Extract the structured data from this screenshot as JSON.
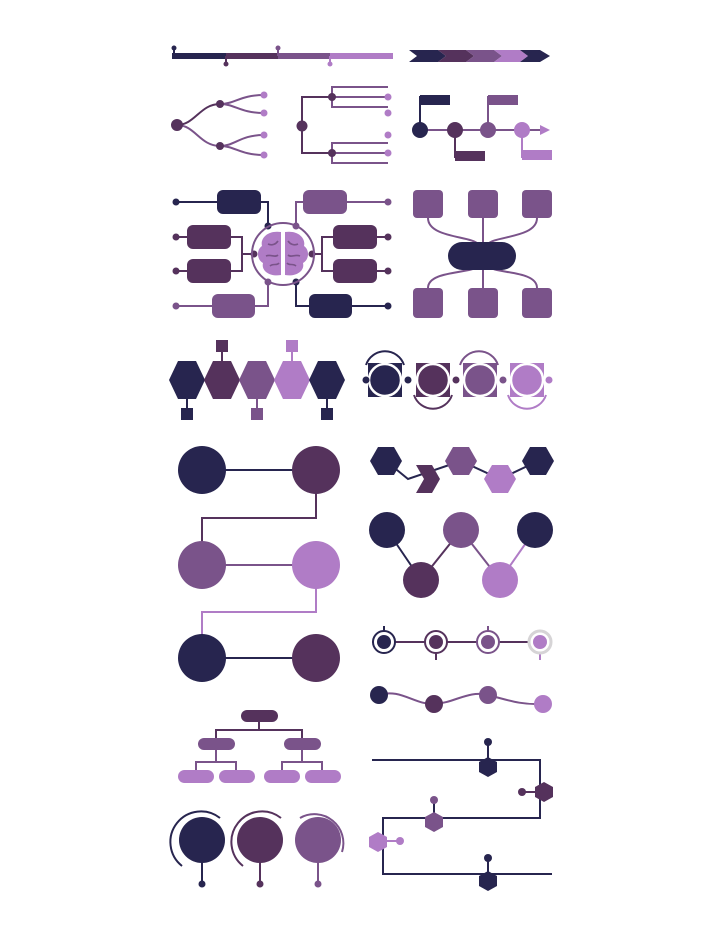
{
  "colors": {
    "navy": "#27254f",
    "plum": "#55325c",
    "violet": "#7a538a",
    "lilac": "#b07cc6",
    "ring": "#d6d4d6",
    "background": "#ffffff"
  },
  "icons": [
    "brain-icon"
  ],
  "figures": [
    "segmented-timeline-bar",
    "chevron-arrow-bar",
    "branching-tree-diagram",
    "bracket-tree-diagram",
    "stepped-flag-timeline",
    "brain-mind-map",
    "hub-connector-diagram",
    "hexagon-chain",
    "circle-square-chain",
    "zigzag-circle-flow",
    "hexagon-zigzag-chain",
    "v-circle-network",
    "target-dot-timeline",
    "wavy-dot-timeline",
    "org-chart",
    "circle-arc-trio",
    "hexagon-branch-timeline"
  ]
}
